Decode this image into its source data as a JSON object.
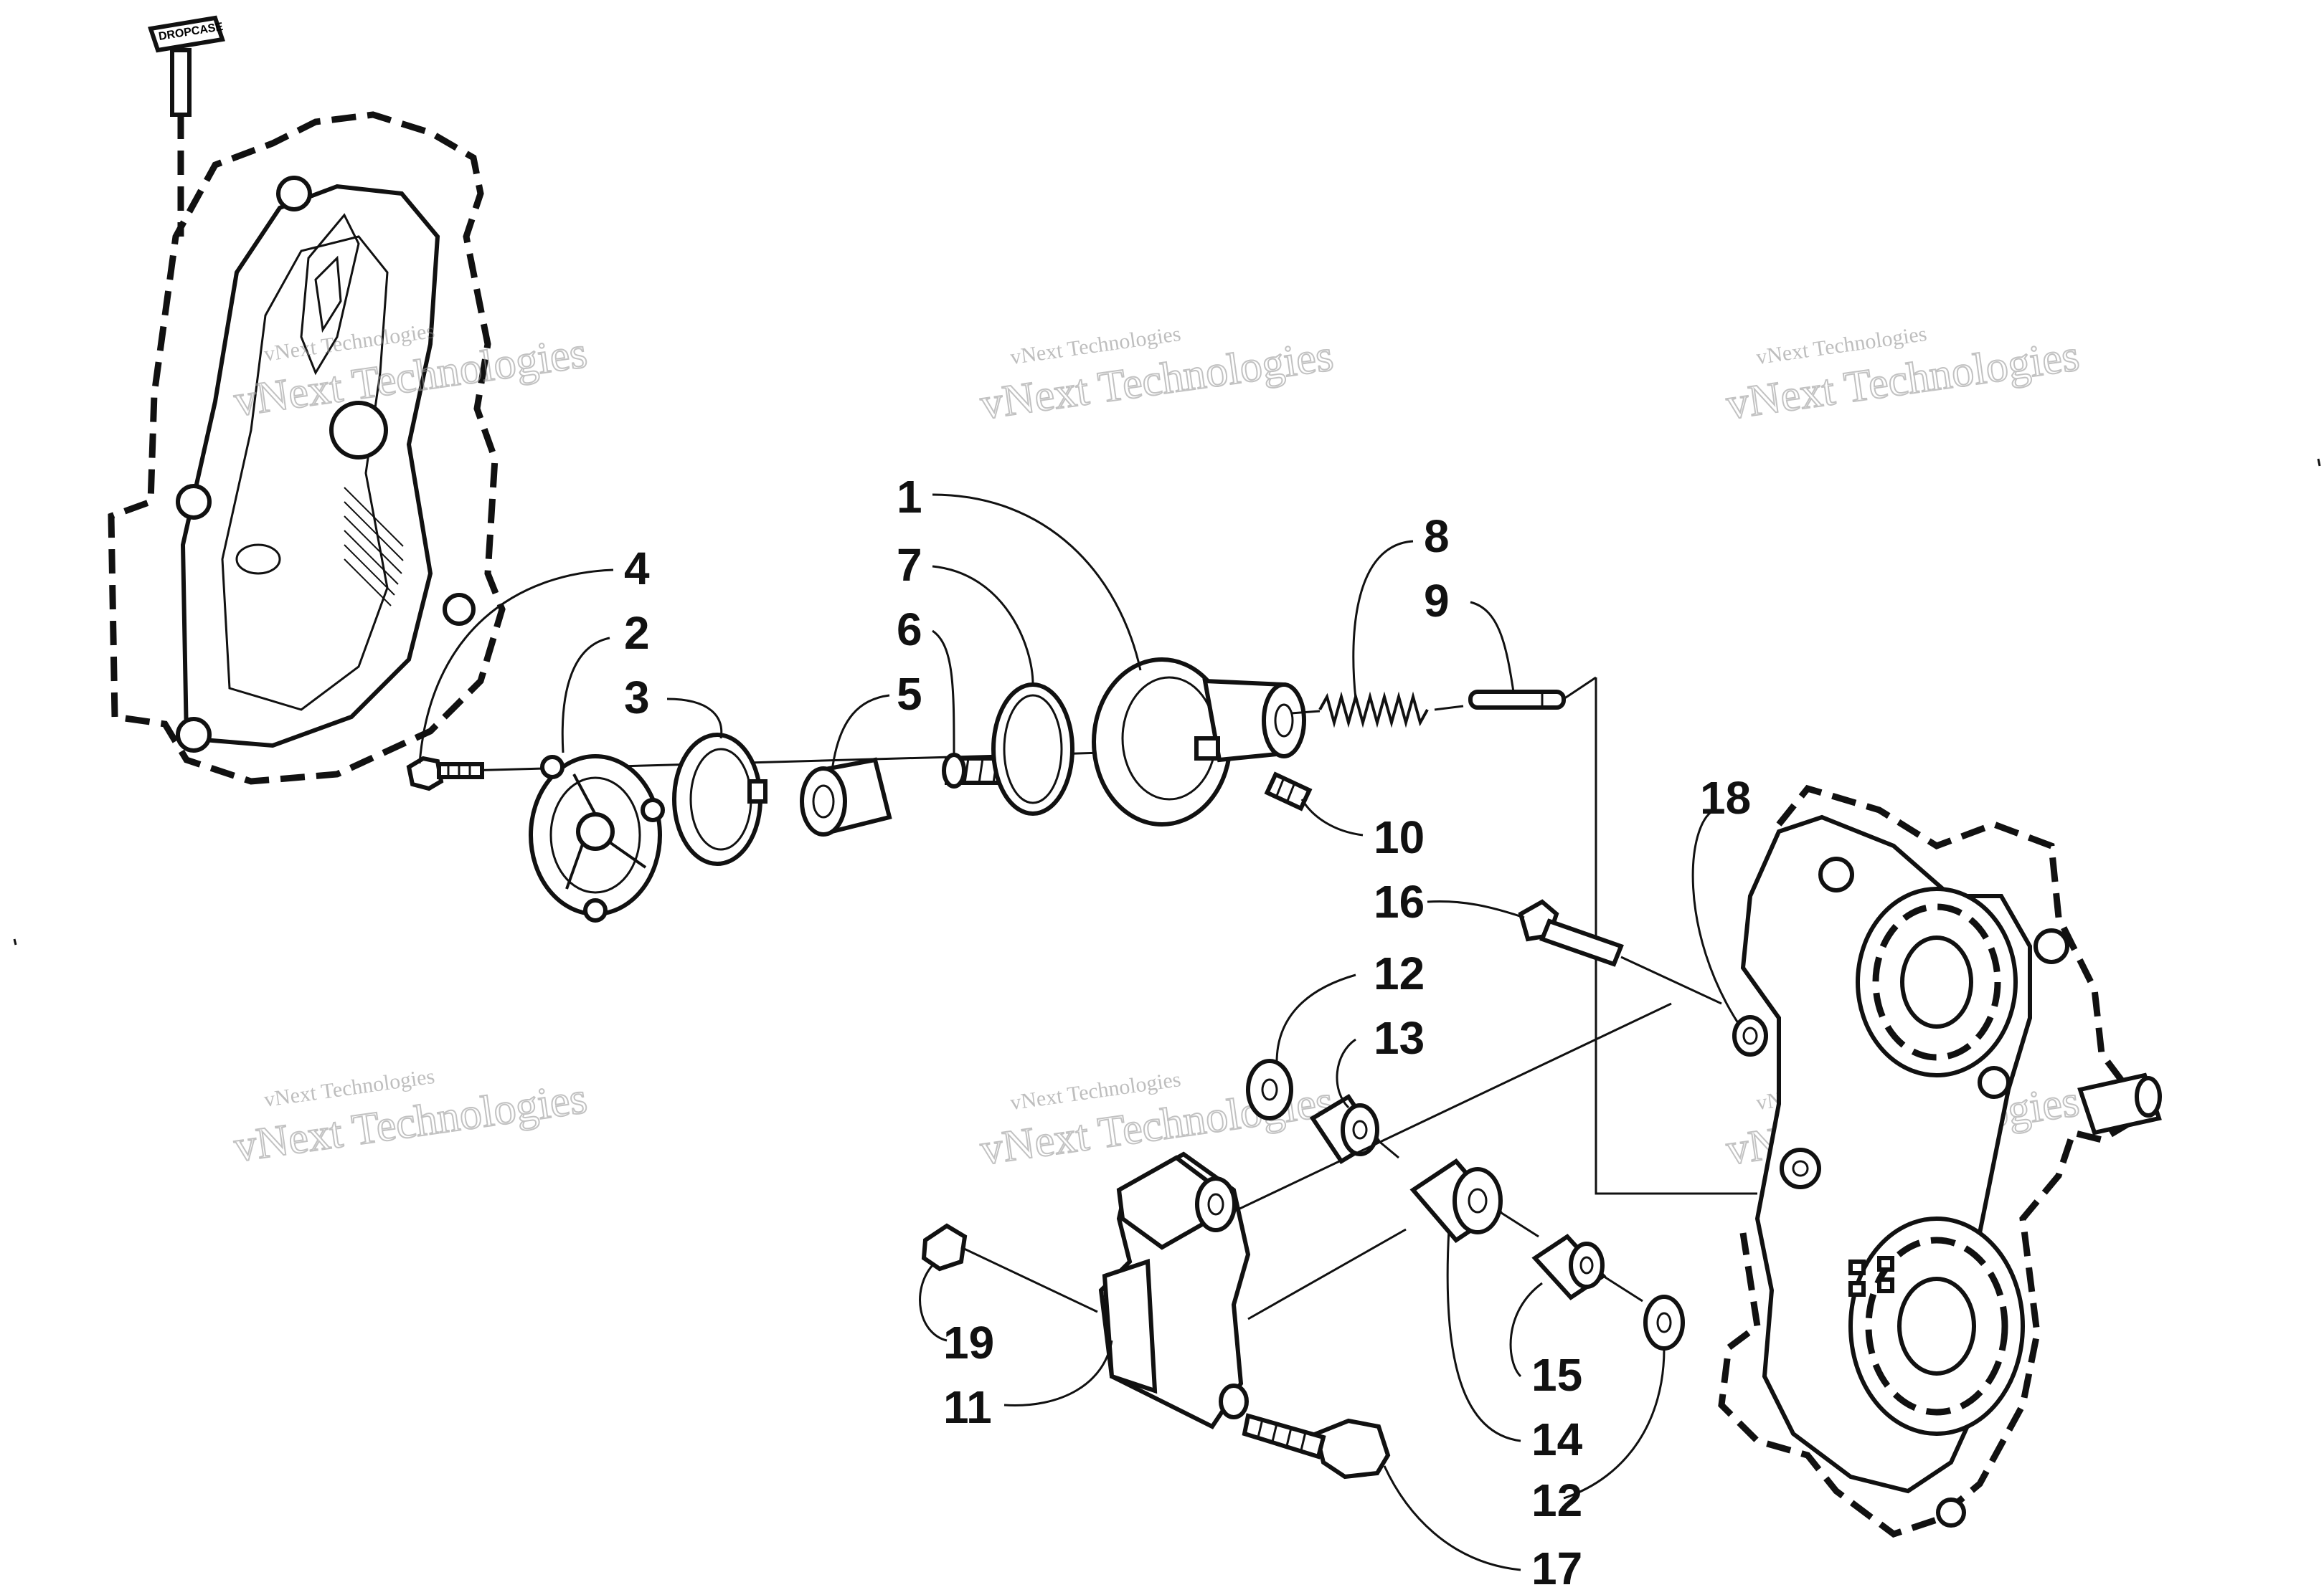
{
  "diagram": {
    "callouts": [
      {
        "id": "c1",
        "text": "1"
      },
      {
        "id": "c2",
        "text": "2"
      },
      {
        "id": "c3",
        "text": "3"
      },
      {
        "id": "c4",
        "text": "4"
      },
      {
        "id": "c5",
        "text": "5"
      },
      {
        "id": "c6",
        "text": "6"
      },
      {
        "id": "c7",
        "text": "7"
      },
      {
        "id": "c8",
        "text": "8"
      },
      {
        "id": "c9",
        "text": "9"
      },
      {
        "id": "c10",
        "text": "10"
      },
      {
        "id": "c11",
        "text": "11"
      },
      {
        "id": "c12a",
        "text": "12"
      },
      {
        "id": "c12b",
        "text": "12"
      },
      {
        "id": "c13",
        "text": "13"
      },
      {
        "id": "c14",
        "text": "14"
      },
      {
        "id": "c15",
        "text": "15"
      },
      {
        "id": "c16",
        "text": "16"
      },
      {
        "id": "c17",
        "text": "17"
      },
      {
        "id": "c18",
        "text": "18"
      },
      {
        "id": "c19",
        "text": "19"
      }
    ],
    "watermark": {
      "line1": "vNext Technologies",
      "line2": "vNext Technologies"
    },
    "label_tag": "DROPCASE"
  }
}
